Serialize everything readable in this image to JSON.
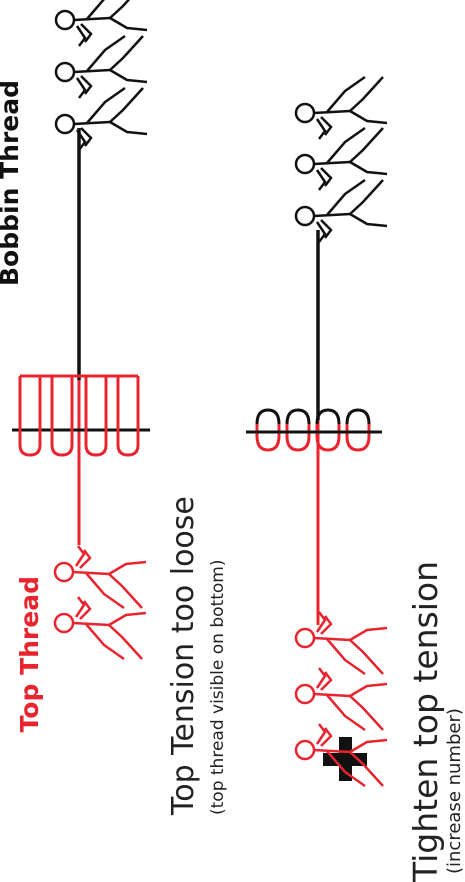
{
  "labels": {
    "top_thread": "Top Thread",
    "bobbin_thread": "Bobbin Thread",
    "problem_title": "Top Tension too loose",
    "problem_note": "(top thread visible on bottom)",
    "fix_title": "Tighten top tension",
    "fix_note": "(increase number)",
    "plus_sign": "+"
  },
  "colors": {
    "top_thread": "#e8252f",
    "bobbin_thread": "#111111",
    "text": "#222222"
  }
}
